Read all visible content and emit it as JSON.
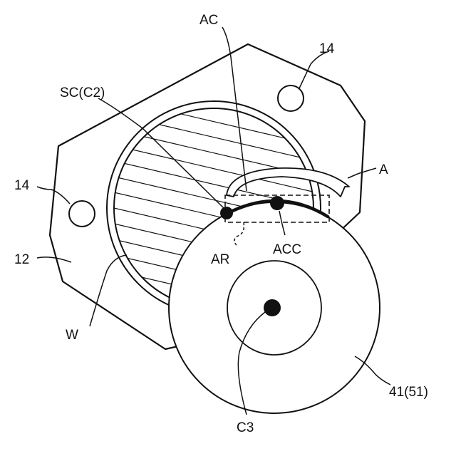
{
  "figure": {
    "labels": {
      "ac": "AC",
      "sc_c2": "SC(C2)",
      "num_14_top": "14",
      "num_14_left": "14",
      "a": "A",
      "num_12": "12",
      "ar": "AR",
      "acc": "ACC",
      "w": "W",
      "num_41_51": "41(51)",
      "c3": "C3"
    }
  },
  "colors": {
    "line": "#111111",
    "background": "#ffffff"
  }
}
